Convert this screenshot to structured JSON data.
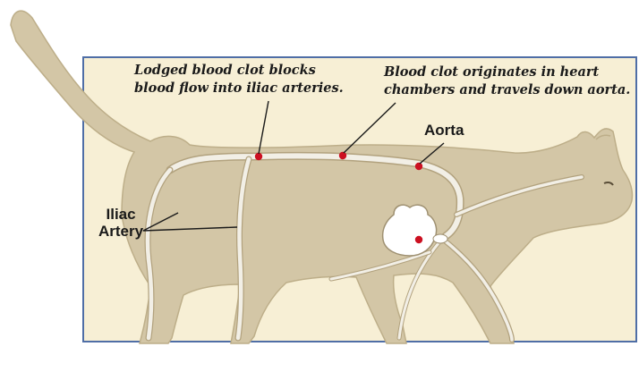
{
  "callouts": {
    "lodged_line1": "Lodged blood clot blocks",
    "lodged_line2": "blood flow into iliac arteries.",
    "origin_line1": "Blood clot originates in heart",
    "origin_line2": "chambers and travels down aorta."
  },
  "labels": {
    "aorta": "Aorta",
    "iliac_line1": "Iliac",
    "iliac_line2": "Artery"
  },
  "colors": {
    "cat_body": "#d3c6a6",
    "cat_outline": "#bdae89",
    "vessel": "#f2efe6",
    "vessel_edge": "#b2a27e",
    "background_panel": "#f7efd5",
    "panel_border": "#4f6ea6",
    "clot": "#cc1021",
    "heart": "#ffffff"
  }
}
